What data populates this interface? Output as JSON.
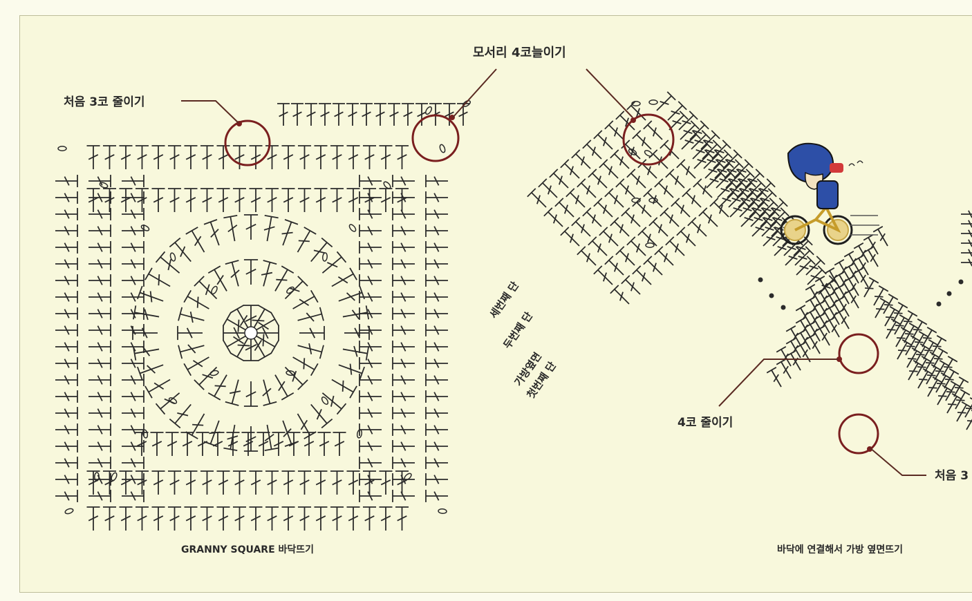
{
  "labels": {
    "first_decrease_3": "처음 3코 줄이기",
    "corner_increase_4": "모서리 4코늘이기",
    "decrease_4": "4코 줄이기",
    "first_partial": "처음 3",
    "row_third": "세번째 단",
    "row_second": "두번째 단",
    "row_first_line1": "가방옆면",
    "row_first_line2": "첫번째 단",
    "caption_left": "GRANNY SQUARE 바닥뜨기",
    "caption_right": "바닥에 연결해서 가방 옆면뜨기"
  },
  "colors": {
    "background": "#f8f8dc",
    "stitch": "#2b2b2b",
    "marker": "#7a1f1f"
  },
  "icons": [
    "cyclist-illustration"
  ]
}
